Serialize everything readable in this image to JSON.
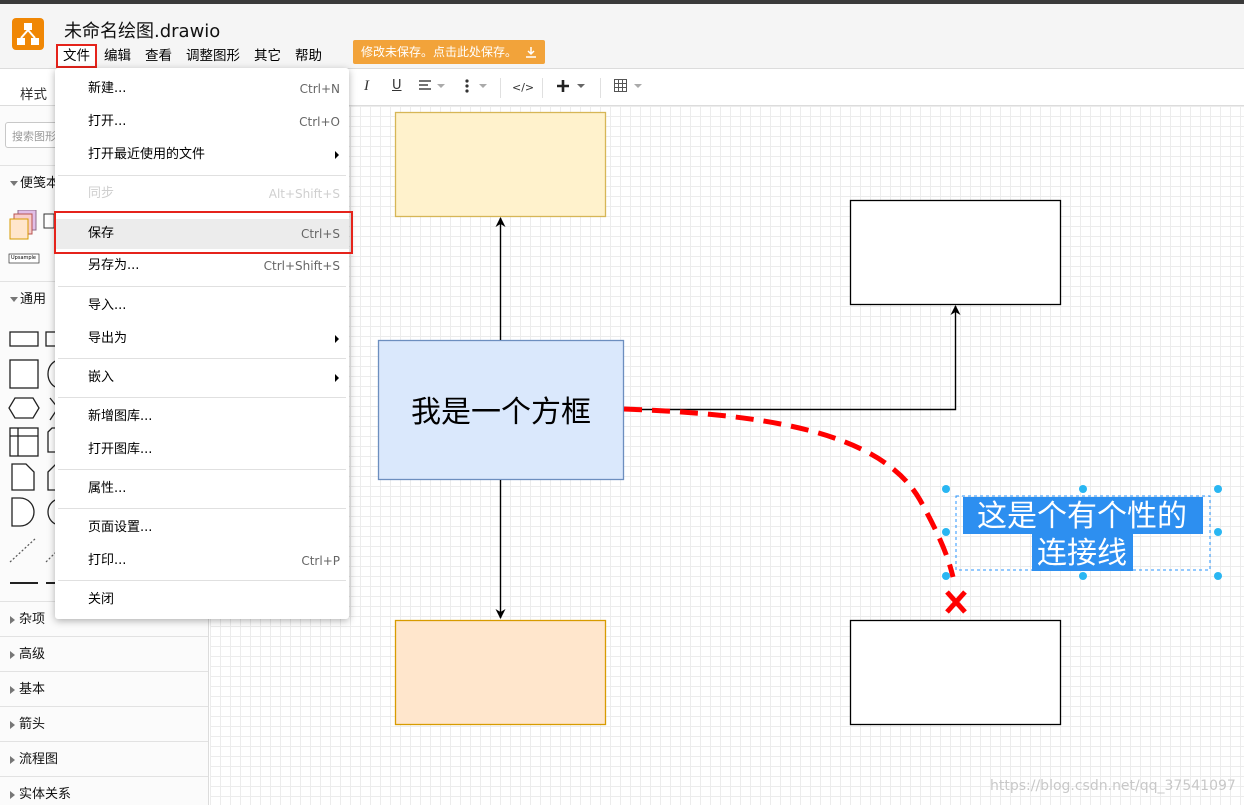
{
  "app": {
    "title": "未命名绘图.drawio",
    "save_warning": "修改未保存。点击此处保存。"
  },
  "menubar": [
    "文件",
    "编辑",
    "查看",
    "调整图形",
    "其它",
    "帮助"
  ],
  "toolbar": {
    "style_tab": "样式"
  },
  "sidebar": {
    "search_placeholder": "搜索图形",
    "sections_top": [
      "便笺本",
      "通用"
    ],
    "scratchpad_item_label": "Upsample",
    "sections_bottom": [
      "杂项",
      "高级",
      "基本",
      "箭头",
      "流程图",
      "实体关系"
    ]
  },
  "file_menu": {
    "items": [
      {
        "label": "新建...",
        "shortcut": "Ctrl+N"
      },
      {
        "label": "打开...",
        "shortcut": "Ctrl+O"
      },
      {
        "label": "打开最近使用的文件",
        "shortcut": ""
      },
      {
        "label": "同步",
        "shortcut": "Alt+Shift+S"
      },
      {
        "label": "保存",
        "shortcut": "Ctrl+S"
      },
      {
        "label": "另存为...",
        "shortcut": "Ctrl+Shift+S"
      },
      {
        "label": "导入...",
        "shortcut": ""
      },
      {
        "label": "导出为",
        "shortcut": ""
      },
      {
        "label": "嵌入",
        "shortcut": ""
      },
      {
        "label": "新增图库...",
        "shortcut": ""
      },
      {
        "label": "打开图库...",
        "shortcut": ""
      },
      {
        "label": "属性...",
        "shortcut": ""
      },
      {
        "label": "页面设置...",
        "shortcut": ""
      },
      {
        "label": "打印...",
        "shortcut": "Ctrl+P"
      },
      {
        "label": "关闭",
        "shortcut": ""
      }
    ]
  },
  "canvas": {
    "center_box_text": "我是一个方框",
    "edge_label_line1": "这是个有个性的",
    "edge_label_line2": "连接线",
    "colors": {
      "yellow_fill": "#fff2cc",
      "yellow_stroke": "#d6b656",
      "blue_fill": "#dae8fc",
      "blue_stroke": "#6c8ebf",
      "orange_fill": "#ffe6cc",
      "orange_stroke": "#d79b00",
      "dashed_edge": "#ff0000",
      "selection": "#2996ff"
    }
  },
  "watermark": "https://blog.csdn.net/qq_37541097"
}
